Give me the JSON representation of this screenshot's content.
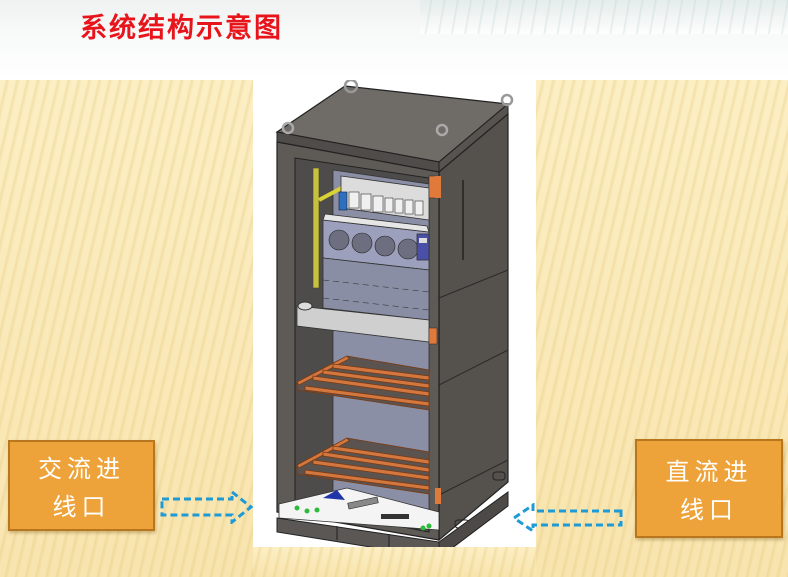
{
  "slide": {
    "title": "系统结构示意图",
    "title_color": "#e8141c",
    "background_stripe_color": "#f8e4ae"
  },
  "figure": {
    "description": "Cabinet 3D structure illustration",
    "cabinet_color": "#5e5b57",
    "busbar_color": "#d2773f"
  },
  "ports": {
    "ac": {
      "line1": "交流进",
      "line2": "线口",
      "fill": "#eda33a",
      "arrow_direction": "right"
    },
    "dc": {
      "line1": "直流进",
      "line2": "线口",
      "fill": "#eda33a",
      "arrow_direction": "left"
    }
  },
  "arrows": {
    "color": "#1e9ad6",
    "style": "dashed"
  }
}
